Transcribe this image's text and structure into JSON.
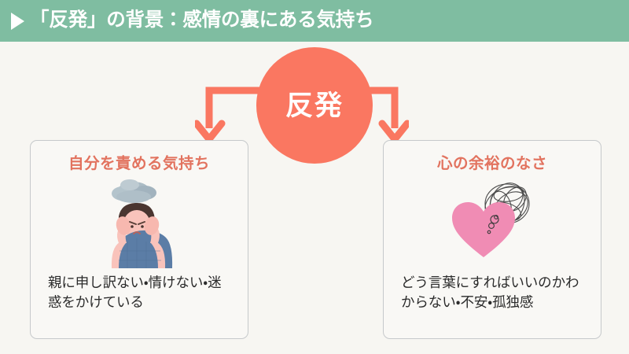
{
  "header": {
    "marker_icon": "triangle-right-icon",
    "title": "「反発」の背景：感情の裏にある気持ち",
    "background_color": "#7fbda1",
    "text_color": "#ffffff"
  },
  "page": {
    "background_color": "#f7f6f2"
  },
  "diagram": {
    "center_node": {
      "label": "反発",
      "fill_color": "#fa7761",
      "text_color": "#ffffff"
    },
    "connectors": [
      {
        "name": "arrow-to-left-card",
        "direction": "left-then-down",
        "color": "#fa7761"
      },
      {
        "name": "arrow-to-right-card",
        "direction": "right-then-down",
        "color": "#fa7761"
      }
    ],
    "cards": [
      {
        "title": "自分を責める気持ち",
        "title_color": "#e2735f",
        "illustration_icon": "person-holding-head-with-storm-cloud-icon",
        "body": "親に申し訳ない・情けない・迷惑をかけている",
        "border_color": "#c6c9cb",
        "background_color": "#f9f8f5"
      },
      {
        "title": "心の余裕のなさ",
        "title_color": "#e2735f",
        "illustration_icon": "pink-heart-with-tangled-scribble-icon",
        "body": "どう言葉にすればいいのかわからない・不安・孤独感",
        "border_color": "#c6c9cb",
        "background_color": "#f9f8f5"
      }
    ]
  }
}
